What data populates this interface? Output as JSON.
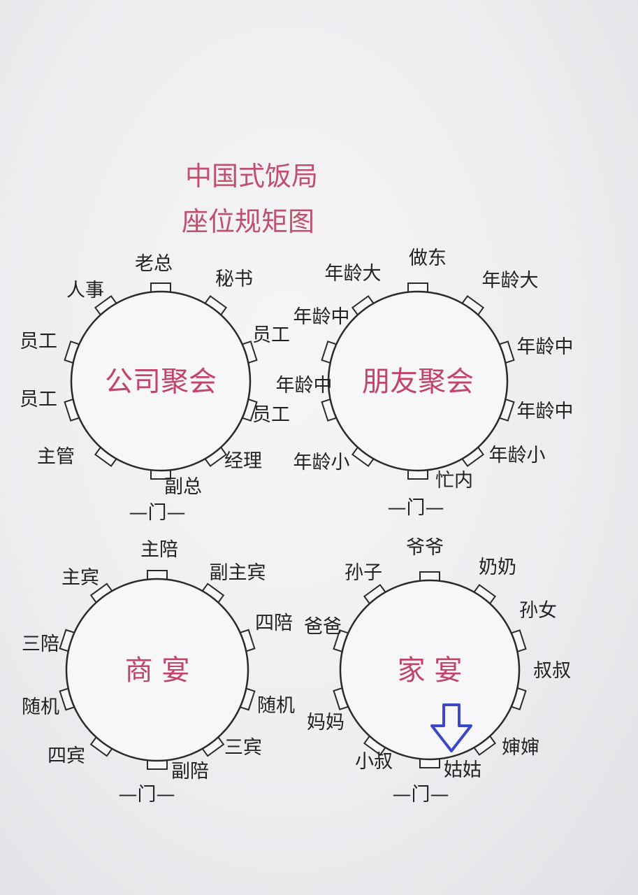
{
  "title": {
    "line1": "中国式饭局",
    "line2": "座位规矩图"
  },
  "tables": [
    {
      "name": "公司聚会",
      "door": "—门—",
      "seats": [
        "老总",
        "秘书",
        "员工",
        "员工",
        "经理",
        "副总",
        "主管",
        "员工",
        "员工",
        "人事"
      ]
    },
    {
      "name": "朋友聚会",
      "door": "—门—",
      "seats": [
        "做东",
        "年龄大",
        "年龄中",
        "年龄中",
        "年龄小",
        "忙内",
        "年龄小",
        "年龄中",
        "年龄中",
        "年龄大"
      ]
    },
    {
      "name": "商 宴",
      "door": "—门—",
      "seats": [
        "主陪",
        "副主宾",
        "四陪",
        "随机",
        "三宾",
        "副陪",
        "四宾",
        "随机",
        "三陪",
        "主宾"
      ]
    },
    {
      "name": "家 宴",
      "door": "—门—",
      "seats": [
        "爷爷",
        "奶奶",
        "孙女",
        "叔叔",
        "婶婶",
        "姑姑",
        "小叔",
        "妈妈",
        "爸爸",
        "孙子"
      ]
    }
  ],
  "colors": {
    "title": "#c0506e",
    "table_name": "#c24468",
    "ink": "#222222",
    "arrow": "#3b48c8"
  },
  "marker": {
    "icon": "down-arrow-icon",
    "points_to": "姑姑"
  }
}
